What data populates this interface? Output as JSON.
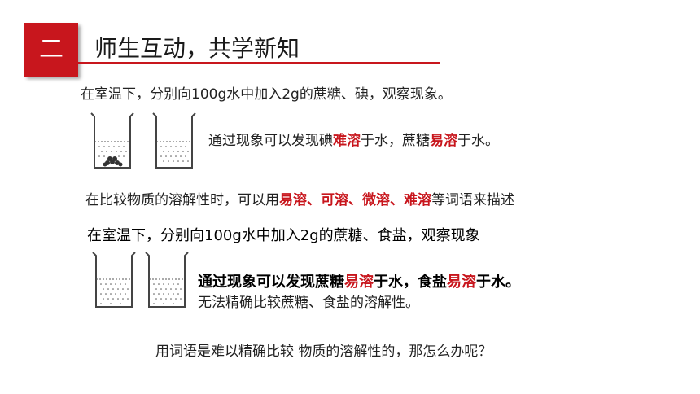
{
  "header": {
    "badge": "二",
    "title": "师生互动，共学新知"
  },
  "experiment1": {
    "prompt": "在室温下，分别向100g水中加入2g的蔗糖、碘，观察现象。",
    "result": {
      "p1": "通过现象可以发现碘",
      "k1": "难溶",
      "p2": "于水，蔗糖",
      "k2": "易溶",
      "p3": "于水。"
    }
  },
  "describe": {
    "p1": "在比较物质的溶解性时，可以用",
    "terms": "易溶、可溶、微溶、难溶",
    "p2": "等词语来描述"
  },
  "experiment2": {
    "prompt": "在室温下，分别向100g水中加入2g的蔗糖、食盐，观察现象",
    "result": {
      "p1": "通过现象可以发现蔗糖",
      "k1": "易溶",
      "p2": "于水，食盐",
      "k2": "易溶",
      "p3": "于水。"
    },
    "note": "无法精确比较蔗糖、食盐的溶解性。"
  },
  "question": "用词语是难以精确比较 物质的溶解性的，那怎么办呢？",
  "colors": {
    "accent": "#c8161d"
  }
}
